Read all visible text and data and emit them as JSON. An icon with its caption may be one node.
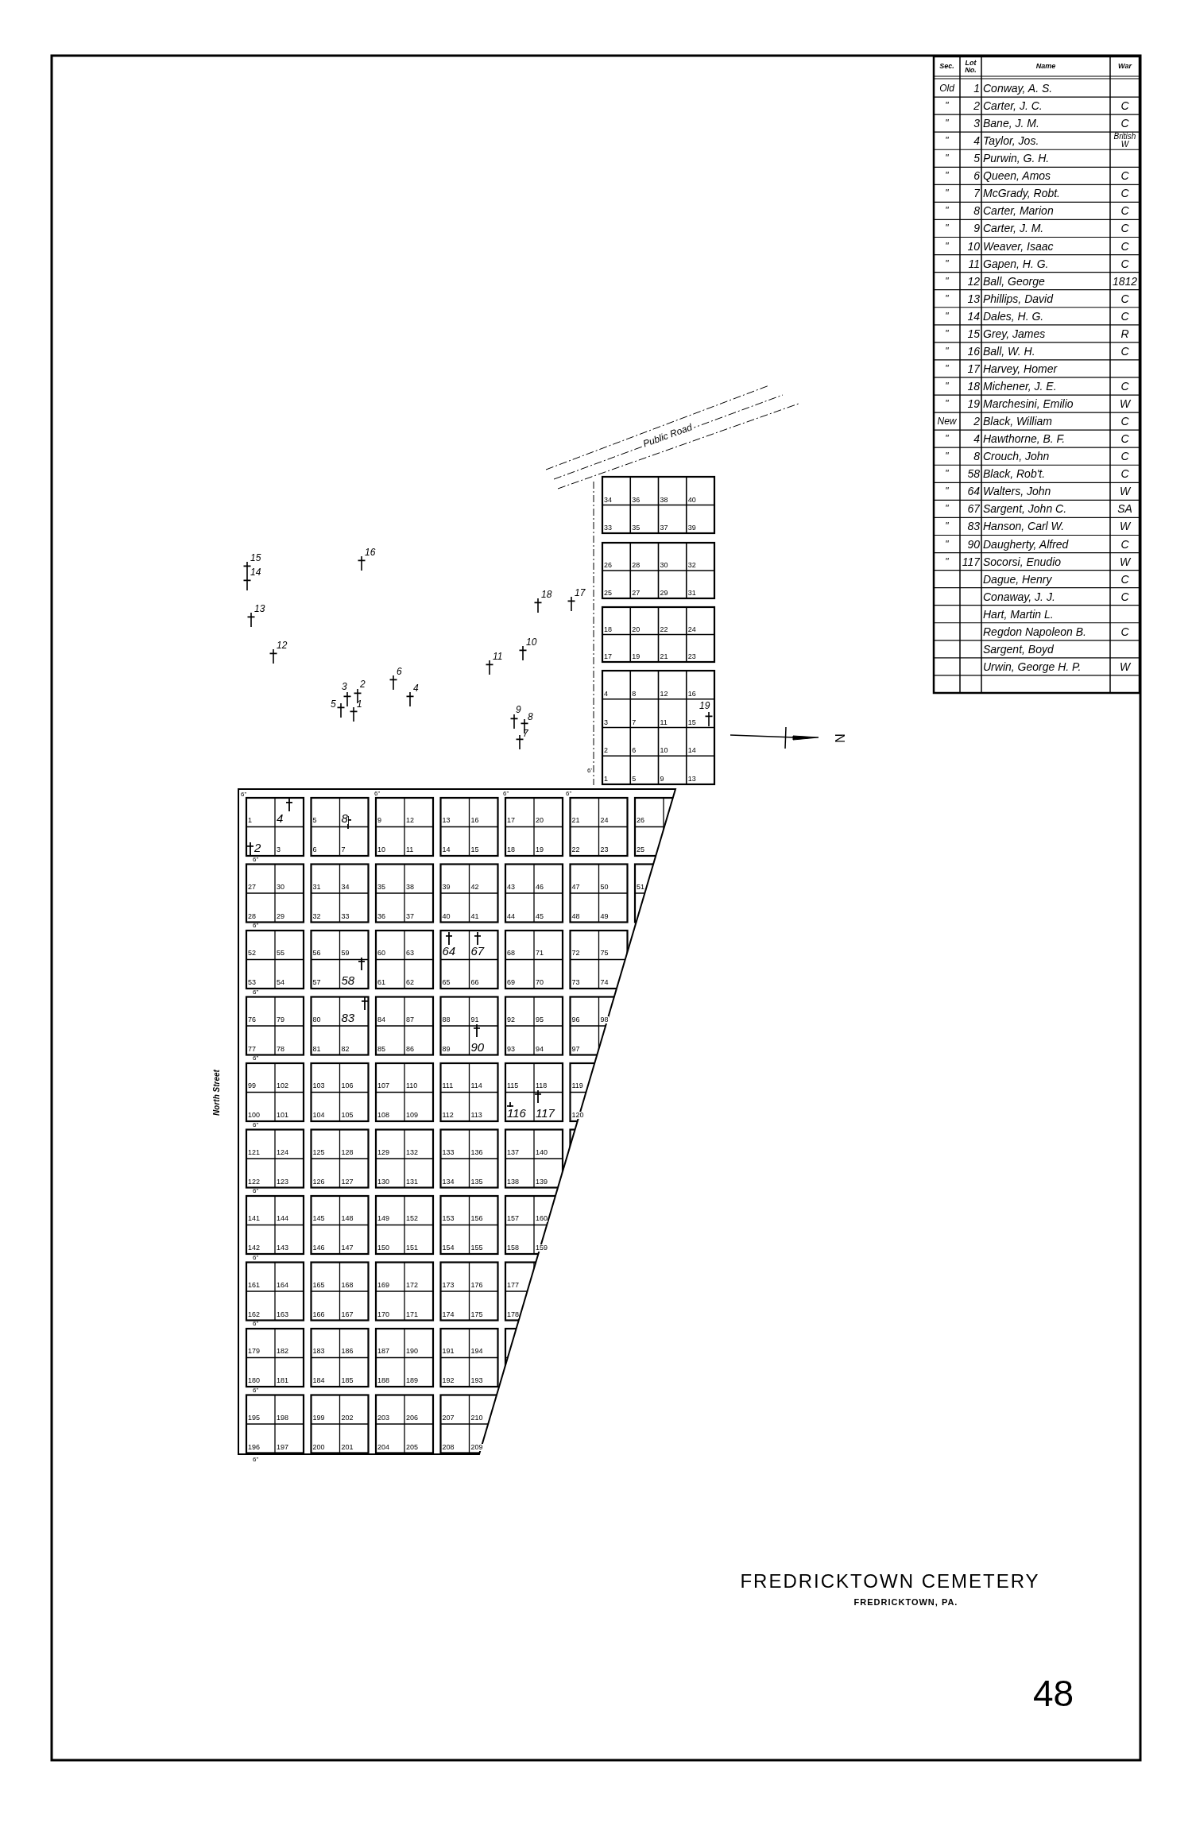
{
  "diagram": {
    "title": "FREDRICKTOWN CEMETERY",
    "caption": "FREDRICKTOWN, PA.",
    "labels": [
      "Sec.",
      "Lot No.",
      "Name",
      "War",
      "Old",
      "1",
      "Conway, A. S.",
      "\"",
      "2",
      "Carter, J. C.",
      "C",
      "\"",
      "3",
      "Bane, J. M.",
      "C",
      "\"",
      "4",
      "Taylor, Jos.",
      "British W",
      "\"",
      "5",
      "Purwin, G. H.",
      "\"",
      "6",
      "Queen, Amos",
      "C",
      "\"",
      "7",
      "McGrady, Robt.",
      "C",
      "\"",
      "8",
      "Carter, Marion",
      "C",
      "\"",
      "9",
      "Carter, J. M.",
      "C",
      "\"",
      "10",
      "Weaver, Isaac",
      "C",
      "\"",
      "11",
      "Gapen, H. G.",
      "C",
      "\"",
      "12",
      "Ball, George",
      "1812",
      "\"",
      "13",
      "Phillips, David",
      "C",
      "\"",
      "14",
      "Dales, H. G.",
      "C",
      "\"",
      "15",
      "Grey, James",
      "R",
      "\"",
      "16",
      "Ball, W. H.",
      "C",
      "\"",
      "17",
      "Harvey, Homer",
      "\"",
      "18",
      "Michener, J. E.",
      "C",
      "\"",
      "19",
      "Marchesini, Emilio",
      "W",
      "New",
      "2",
      "Black, William",
      "C",
      "\"",
      "4",
      "Hawthorne, B. F.",
      "C",
      "\"",
      "8",
      "Crouch, John",
      "C",
      "\"",
      "58",
      "Black, Rob't.",
      "C",
      "\"",
      "64",
      "Walters, John",
      "W",
      "\"",
      "67",
      "Sargent, John C.",
      "SA",
      "\"",
      "83",
      "Hanson, Carl W.",
      "W",
      "\"",
      "90",
      "Daugherty, Alfred",
      "C",
      "\"",
      "117",
      "Socorsi, Enudio",
      "W",
      "Dague, Henry",
      "C",
      "Conaway, J. J.",
      "C",
      "Hart, Martin L.",
      "Regdon Napoleon B.",
      "C",
      "Sargent, Boyd",
      "Urwin, George H. P.",
      "W",
      "Public Road",
      "16",
      "15",
      "14",
      "18",
      "17",
      "13",
      "10",
      "12",
      "11",
      "6",
      "3",
      "2",
      "4",
      "5",
      "1",
      "19",
      "9",
      "8",
      "7",
      "34",
      "36",
      "38",
      "40",
      "33",
      "35",
      "37",
      "39",
      "26",
      "28",
      "30",
      "32",
      "25",
      "27",
      "29",
      "31",
      "18",
      "20",
      "22",
      "24",
      "17",
      "19",
      "21",
      "23",
      "4",
      "8",
      "12",
      "16",
      "3",
      "7",
      "11",
      "15",
      "2",
      "6",
      "10",
      "14",
      "1",
      "5",
      "9",
      "13",
      "N",
      "1",
      "2",
      "3",
      "4",
      "5",
      "6",
      "7",
      "8",
      "9",
      "10",
      "11",
      "12",
      "13",
      "14",
      "15",
      "16",
      "17",
      "18",
      "19",
      "20",
      "21",
      "22",
      "23",
      "24",
      "25",
      "26",
      "27",
      "28",
      "29",
      "30",
      "31",
      "32",
      "33",
      "34",
      "35",
      "36",
      "37",
      "38",
      "39",
      "40",
      "41",
      "42",
      "43",
      "44",
      "45",
      "46",
      "47",
      "48",
      "49",
      "50",
      "51",
      "52",
      "53",
      "54",
      "55",
      "56",
      "57",
      "58",
      "59",
      "60",
      "61",
      "62",
      "63",
      "64",
      "65",
      "66",
      "67",
      "68",
      "69",
      "70",
      "71",
      "72",
      "73",
      "74",
      "75",
      "76",
      "77",
      "78",
      "79",
      "80",
      "81",
      "82",
      "83",
      "84",
      "85",
      "86",
      "87",
      "88",
      "89",
      "90",
      "91",
      "92",
      "93",
      "94",
      "95",
      "96",
      "97",
      "98",
      "99",
      "100",
      "101",
      "102",
      "103",
      "104",
      "105",
      "106",
      "107",
      "108",
      "109",
      "110",
      "111",
      "112",
      "113",
      "114",
      "115",
      "116",
      "117",
      "118",
      "119",
      "120",
      "121",
      "122",
      "123",
      "124",
      "125",
      "126",
      "127",
      "128",
      "129",
      "130",
      "131",
      "132",
      "133",
      "134",
      "135",
      "136",
      "137",
      "138",
      "139",
      "140",
      "141",
      "142",
      "143",
      "144",
      "145",
      "146",
      "147",
      "148",
      "149",
      "150",
      "151",
      "152",
      "153",
      "154",
      "155",
      "156",
      "157",
      "158",
      "159",
      "160",
      "161",
      "162",
      "163",
      "164",
      "165",
      "166",
      "167",
      "168",
      "169",
      "170",
      "171",
      "172",
      "173",
      "174",
      "175",
      "176",
      "177",
      "178",
      "179",
      "180",
      "181",
      "182",
      "183",
      "184",
      "185",
      "186",
      "187",
      "188",
      "189",
      "190",
      "191",
      "192",
      "193",
      "194",
      "195",
      "196",
      "197",
      "198",
      "199",
      "200",
      "201",
      "202",
      "203",
      "204",
      "205",
      "206",
      "207",
      "208",
      "209",
      "210",
      "North Street",
      "6\"",
      "6\"",
      "6\"",
      "6\"",
      "6\"",
      "6\"",
      "6\"",
      "6\"",
      "6\"",
      "6\"",
      "6\"",
      "6\"",
      "6\"",
      "6\"",
      "6'",
      "48"
    ]
  }
}
